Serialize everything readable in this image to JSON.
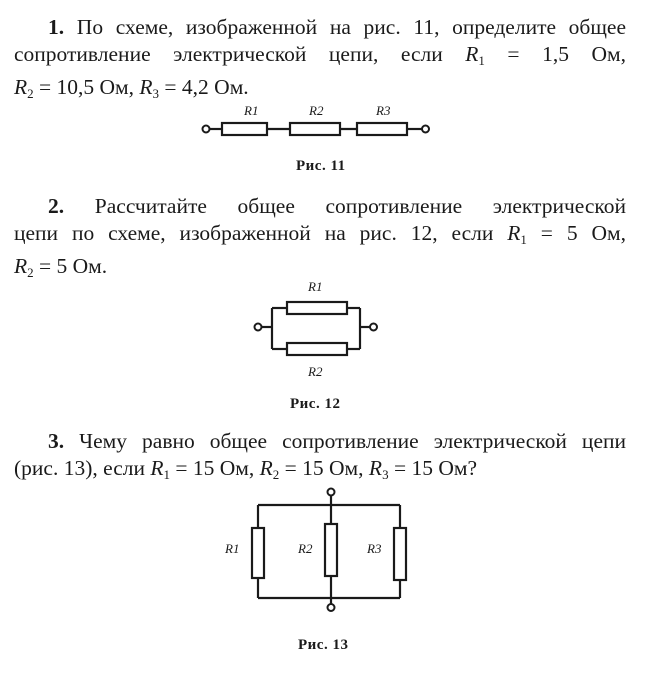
{
  "problem1": {
    "number": "1.",
    "line1": "По схеме, изображенной на рис. 11, определите общее",
    "line2a": "сопротивление электрической цепи, если",
    "r1_sym": "R",
    "r1_sub": "1",
    "r1_val": " = 1,5 Ом,",
    "r2_sym": "R",
    "r2_sub": "2",
    "r2_val": " = 10,5 Ом, ",
    "r3_sym": "R",
    "r3_sub": "3",
    "r3_val": " = 4,2 Ом.",
    "figure": {
      "labels": [
        "R1",
        "R2",
        "R3"
      ],
      "caption": "Рис. 11"
    }
  },
  "problem2": {
    "number": "2.",
    "line1": "Рассчитайте общее сопротивление электрической",
    "line2a": "цепи по схеме, изображенной на рис. 12, если",
    "r1_sym": "R",
    "r1_sub": "1",
    "r1_val": " = 5 Ом,",
    "r2_sym": "R",
    "r2_sub": "2",
    "r2_val": " = 5 Ом.",
    "figure": {
      "labels": [
        "R1",
        "R2"
      ],
      "caption": "Рис. 12"
    }
  },
  "problem3": {
    "number": "3.",
    "line1": "Чему равно общее сопротивление электрической цепи",
    "line2a": "(рис. 13), если ",
    "r1_sym": "R",
    "r1_sub": "1",
    "r1_val": " = 15 Ом, ",
    "r2_sym": "R",
    "r2_sub": "2",
    "r2_val": " = 15 Ом, ",
    "r3_sym": "R",
    "r3_sub": "3",
    "r3_val": " = 15 Ом?",
    "figure": {
      "labels": [
        "R1",
        "R2",
        "R3"
      ],
      "caption": "Рис. 13"
    }
  }
}
